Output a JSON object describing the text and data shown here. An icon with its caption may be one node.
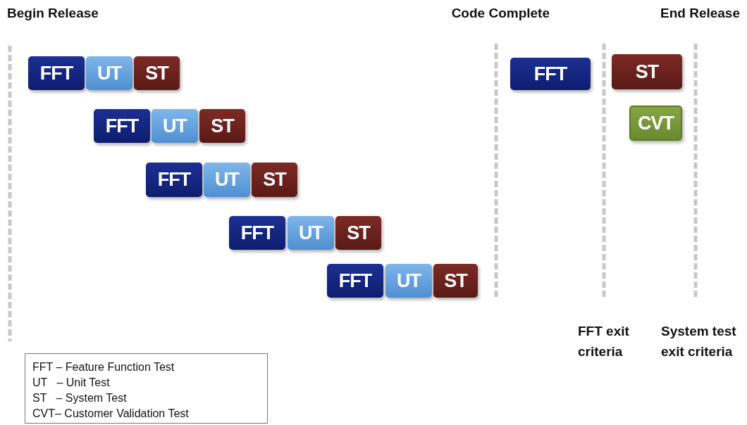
{
  "diagram": {
    "nodes": [
      {
        "text": [
          "FFT"
        ]
      },
      {
        "text": [
          "UT"
        ]
      },
      {
        "text": [
          "ST"
        ]
      },
      {
        "text": [
          "FFT"
        ]
      },
      {
        "text": [
          "UT"
        ]
      },
      {
        "text": [
          "ST"
        ]
      },
      {
        "text": [
          "FFT"
        ]
      },
      {
        "text": [
          "UT"
        ]
      },
      {
        "text": [
          "ST"
        ]
      },
      {
        "text": [
          "FFT"
        ]
      },
      {
        "text": [
          "UT"
        ]
      },
      {
        "text": [
          "ST"
        ]
      },
      {
        "text": [
          "FFT"
        ]
      },
      {
        "text": [
          "UT"
        ]
      },
      {
        "text": [
          "ST"
        ]
      },
      {
        "text": [
          "FFT"
        ]
      },
      {
        "text": [
          "ST"
        ]
      },
      {
        "text": [
          "CVT"
        ]
      }
    ],
    "edges": [],
    "labels": [
      "Begin Release",
      "Code Complete",
      "End Release",
      "FFT exit criteria",
      "System test exit criteria"
    ],
    "legend": [
      {
        "text": "FFT – Feature Function Test"
      },
      {
        "text": "UT   – Unit Test"
      },
      {
        "text": "ST   – System Test"
      },
      {
        "text": "CVT– Customer Validation Test"
      }
    ]
  }
}
